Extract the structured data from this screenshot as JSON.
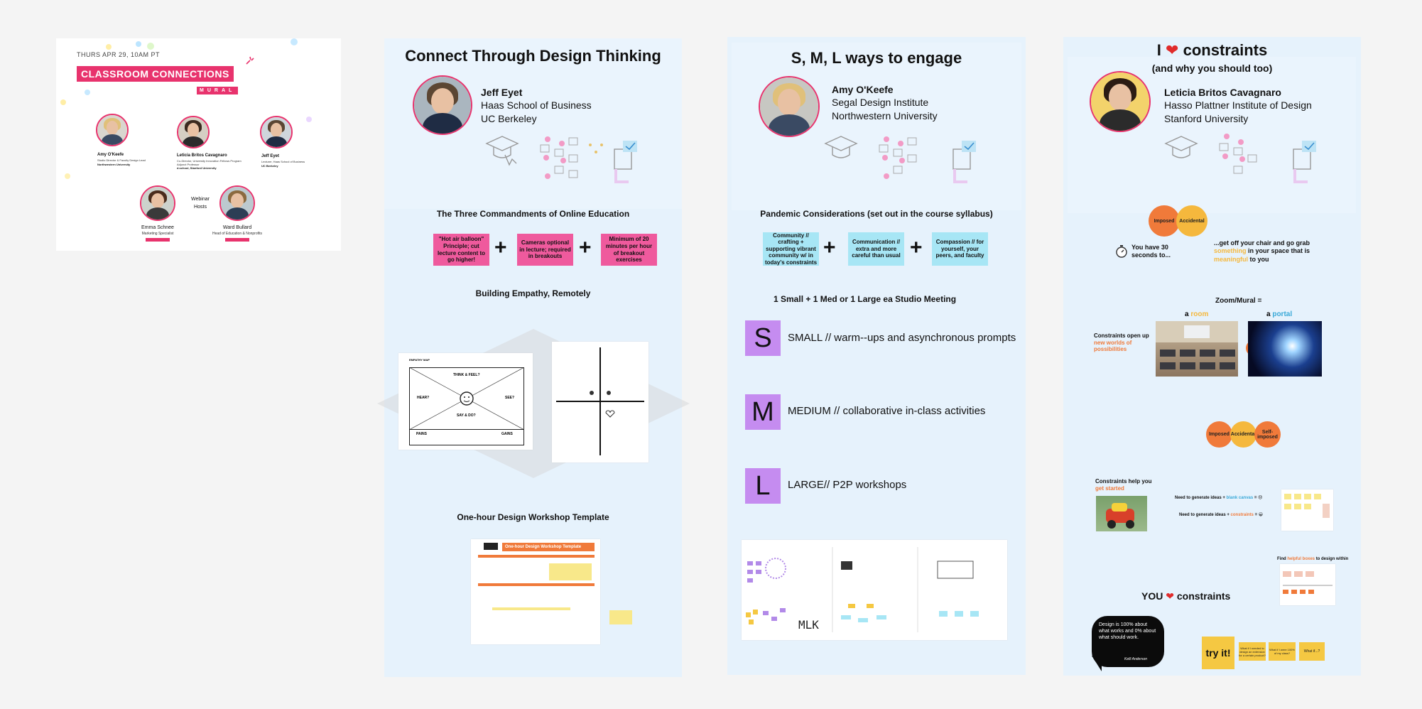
{
  "event": {
    "date": "THURS APR 29, 10AM PT",
    "title": "CLASSROOM CONNECTIONS",
    "brand": "MURAL",
    "panelists": [
      {
        "name": "Amy O'Keefe",
        "line1": "Studio Director & Faculty Design Lead",
        "line2": "Northwestern University"
      },
      {
        "name": "Leticia Britos Cavagnaro",
        "line1": "Co-Director, University Innovation Fellows Program",
        "line2": "Adjunct Professor",
        "line3": "d.school, Stanford University"
      },
      {
        "name": "Jeff Eyet",
        "line1": "Lecturer, Haas School of Business",
        "line2": "UC Berkeley"
      }
    ],
    "hosts_label": "Webinar Hosts",
    "hosts": [
      {
        "name": "Emma Schnee",
        "role": "Marketing Specialist"
      },
      {
        "name": "Ward Bullard",
        "role": "Head of Education & Nonprofits"
      }
    ]
  },
  "frame1": {
    "title": "Connect Through Design Thinking",
    "speaker": {
      "name": "Jeff Eyet",
      "line1": "Haas School of Business",
      "line2": "UC Berkeley"
    },
    "commandments_title": "The Three Commandments of Online Education",
    "commandments": [
      "\"Hot air balloon\" Principle; cut lecture content to go higher!",
      "Cameras optional in lecture; required in breakouts",
      "Minimum of 20 minutes per hour of breakout exercises"
    ],
    "empathy_title": "Building Empathy, Remotely",
    "empathy_map": {
      "header": "EMPATHY MAP",
      "think": "THINK & FEEL?",
      "hear": "HEAR?",
      "see": "SEE?",
      "say": "SAY & DO?",
      "pains": "PAINS",
      "gains": "GAINS"
    },
    "workshop_title": "One-hour Design Workshop Template",
    "workshop_card": "One-hour Design Workshop Template"
  },
  "frame2": {
    "title": "S, M, L ways to engage",
    "speaker": {
      "name": "Amy O'Keefe",
      "line1": "Segal Design Institute",
      "line2": "Northwestern University"
    },
    "pandemic_title": "Pandemic Considerations (set out in the course syllabus)",
    "considerations": [
      "Community // crafting + supporting vibrant community w/ in today's constraints",
      "Communication // extra and more careful than usual",
      "Compassion // for yourself, your peers, and faculty"
    ],
    "studio_title": "1 Small + 1 Med or 1 Large ea Studio Meeting",
    "sizes": [
      {
        "letter": "S",
        "text": "SMALL // warm--ups and asynchronous prompts"
      },
      {
        "letter": "M",
        "text": "MEDIUM // collaborative in-class activities"
      },
      {
        "letter": "L",
        "text": "LARGE// P2P workshops"
      }
    ],
    "mlk": "MLK"
  },
  "frame3": {
    "title_pre": "I",
    "title_post": "constraints",
    "subtitle": "(and why you should too)",
    "speaker": {
      "name": "Leticia Britos Cavagnaro",
      "line1": "Hasso Plattner Institute of Design",
      "line2": "Stanford University"
    },
    "venn1": [
      "Imposed",
      "Accidental"
    ],
    "timer_text": "You have 30 seconds to...",
    "getoff_1": "...get off your chair and go grab",
    "getoff_something": "something",
    "getoff_2": "in your space that is",
    "getoff_meaningful": "meaningful",
    "getoff_3": "to you",
    "zoom_title": "Zoom/Mural =",
    "a_room_pre": "a",
    "a_room": "room",
    "a_portal_pre": "a",
    "a_portal": "portal",
    "open_pre": "Constraints open up",
    "open_hl": "new worlds of possibilities",
    "venn2": [
      "Imposed",
      "Accidental",
      "Self-imposed"
    ],
    "help_pre": "Constraints help you",
    "help_hl": "get started",
    "need1_pre": "Need to generate ideas +",
    "need1_hl": "blank canvas",
    "need1_post": "= 😞",
    "need2_pre": "Need to generate ideas +",
    "need2_hl": "constraints",
    "need2_post": "= 😀",
    "find_pre": "Find",
    "find_hl": "helpful boxes",
    "find_post": "to design within",
    "you_pre": "YOU",
    "you_post": "constraints",
    "quote": "Design is 100% about what works and 0% about what should work.",
    "quote_author": "Kelli Anderson",
    "tryit": "try it!",
    "stickies": [
      "What if I needed to design an extension for a certain product?",
      "What if I were 100% of my class?",
      "What if...?"
    ]
  },
  "colors": {
    "pink": "#e8336d",
    "frame_bg": "#e6f2fc",
    "purple": "#c58cf0",
    "cyan": "#a7e6f5",
    "orange": "#f07a3a",
    "yellow": "#f5b83d"
  }
}
